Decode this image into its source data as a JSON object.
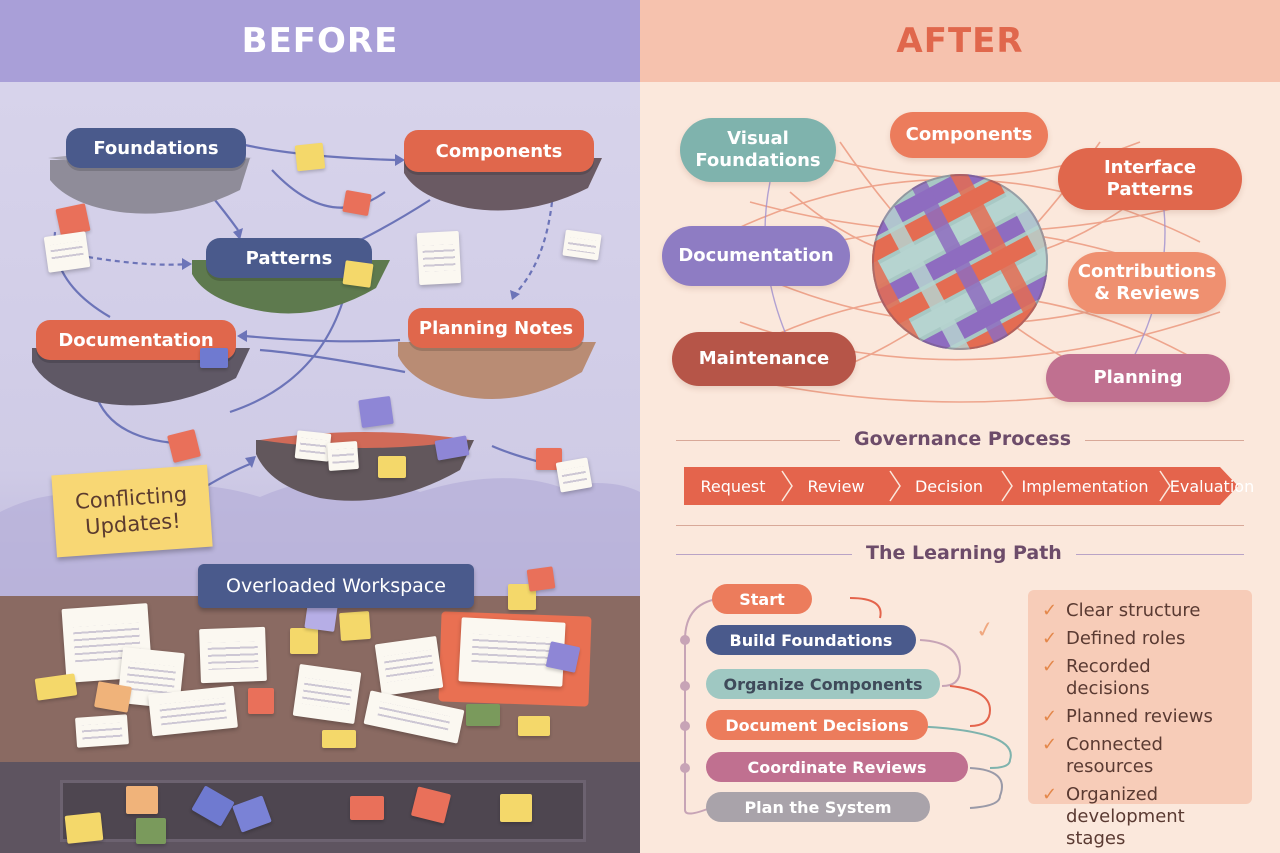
{
  "before": {
    "title": "BEFORE",
    "islands": [
      "Foundations",
      "Components",
      "Patterns",
      "Documentation",
      "Planning Notes"
    ],
    "warning_note": "Conflicting Updates!",
    "workspace_label": "Overloaded Workspace"
  },
  "after": {
    "title": "AFTER",
    "topics": [
      "Visual Foundations",
      "Components",
      "Interface Patterns",
      "Documentation",
      "Contributions & Reviews",
      "Maintenance",
      "Planning"
    ],
    "governance": {
      "title": "Governance Process",
      "steps": [
        "Request",
        "Review",
        "Decision",
        "Implementation",
        "Evaluation"
      ]
    },
    "learning_path": {
      "title": "The Learning Path",
      "steps": [
        "Start",
        "Build Foundations",
        "Organize Components",
        "Document Decisions",
        "Coordinate Reviews",
        "Plan the System"
      ]
    },
    "checklist": [
      "Clear structure",
      "Defined roles",
      "Recorded decisions",
      "Planned reviews",
      "Connected resources",
      "Organized development stages"
    ]
  },
  "colors": {
    "lavender": "#a99fd8",
    "coral": "#e0674c",
    "teal": "#7fb3ad",
    "purple": "#8e7cc3",
    "plum": "#c07090",
    "navy": "#4a5a8c"
  }
}
